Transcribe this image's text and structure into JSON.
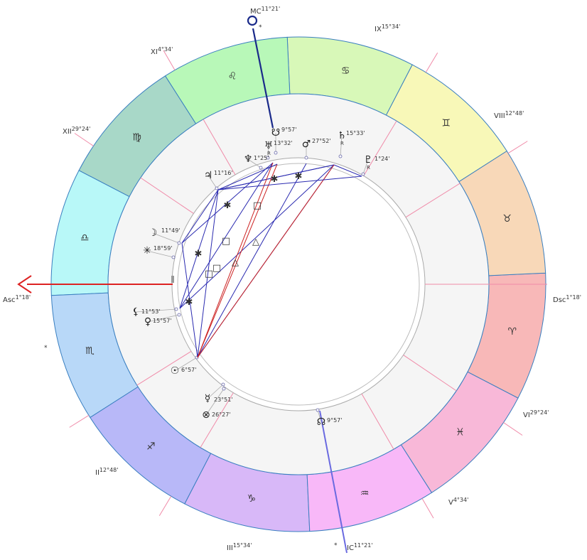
{
  "angles": {
    "mc": {
      "name": "MC",
      "degree": "11°21'",
      "marker": "*"
    },
    "ic": {
      "name": "IC",
      "degree": "11°21'",
      "marker": "*"
    },
    "asc": {
      "name": "Asc",
      "degree": "1°18'"
    },
    "dsc": {
      "name": "Dsc",
      "degree": "1°18'"
    }
  },
  "houses": [
    {
      "label": "IX",
      "degree": "15°34'"
    },
    {
      "label": "VIII",
      "degree": "12°48'"
    },
    {
      "label": "VI",
      "degree": "29°24'"
    },
    {
      "label": "V",
      "degree": "4°34'"
    },
    {
      "label": "III",
      "degree": "15°34'"
    },
    {
      "label": "II",
      "degree": "12°48'"
    },
    {
      "label": "XII",
      "degree": "29°24'"
    },
    {
      "label": "XI",
      "degree": "4°34'"
    }
  ],
  "signs": [
    {
      "name": "aries",
      "glyph": "♈",
      "color": "#f8b8b8"
    },
    {
      "name": "taurus",
      "glyph": "♉",
      "color": "#f8d8b8"
    },
    {
      "name": "gemini",
      "glyph": "♊",
      "color": "#f8f8b8"
    },
    {
      "name": "cancer",
      "glyph": "♋",
      "color": "#d8f8b8"
    },
    {
      "name": "leo",
      "glyph": "♌",
      "color": "#b8f8b8"
    },
    {
      "name": "virgo",
      "glyph": "♍",
      "color": "#a8d8c8"
    },
    {
      "name": "libra",
      "glyph": "♎",
      "color": "#b8f8f8"
    },
    {
      "name": "scorpio",
      "glyph": "♏",
      "color": "#b8d8f8"
    },
    {
      "name": "sagittarius",
      "glyph": "♐",
      "color": "#b8b8f8"
    },
    {
      "name": "capricorn",
      "glyph": "♑",
      "color": "#d8b8f8"
    },
    {
      "name": "aquarius",
      "glyph": "♒",
      "color": "#f8b8f8"
    },
    {
      "name": "pisces",
      "glyph": "♓",
      "color": "#f8b8d8"
    }
  ],
  "planets": [
    {
      "name": "south-node",
      "glyph": "☋",
      "degree": "9°57'",
      "retro": ""
    },
    {
      "name": "uranus",
      "glyph": "♅",
      "degree": "13°32'",
      "retro": "R"
    },
    {
      "name": "mars",
      "glyph": "♂",
      "degree": "27°52'",
      "retro": ""
    },
    {
      "name": "saturn",
      "glyph": "♄",
      "degree": "15°33'",
      "retro": "R"
    },
    {
      "name": "pluto",
      "glyph": "♇",
      "degree": "1°24'",
      "retro": "R"
    },
    {
      "name": "neptune",
      "glyph": "♆",
      "degree": "1°25'",
      "retro": ""
    },
    {
      "name": "jupiter",
      "glyph": "♃",
      "degree": "11°16'",
      "retro": ""
    },
    {
      "name": "moon",
      "glyph": "☽",
      "degree": "11°49'",
      "retro": ""
    },
    {
      "name": "vertex",
      "glyph": "✳",
      "degree": "18°59'",
      "retro": "",
      "color": "#e0409a"
    },
    {
      "name": "lilith",
      "glyph": "⚸",
      "degree": "11°53'",
      "retro": ""
    },
    {
      "name": "venus",
      "glyph": "♀",
      "degree": "15°57'",
      "retro": ""
    },
    {
      "name": "sun",
      "glyph": "☉",
      "degree": "6°57'",
      "retro": ""
    },
    {
      "name": "mercury",
      "glyph": "☿",
      "degree": "23°51'",
      "retro": ""
    },
    {
      "name": "part-of-fortune",
      "glyph": "⊗",
      "degree": "26°27'",
      "retro": "",
      "color": "#e0409a"
    },
    {
      "name": "north-node",
      "glyph": "☊",
      "degree": "9°57'",
      "retro": ""
    }
  ],
  "aspect_symbols": {
    "sextile": "✱",
    "square": "□",
    "trine": "△"
  },
  "left_marker": "*",
  "colors": {
    "ring_stroke": "#3a7fc0",
    "house_line": "#f08aa8",
    "asc_line": "#dd2222",
    "mc_line": "#1a2a8a",
    "ic_line": "#6a6ae0",
    "aspect_blue": "#2a2ab0",
    "aspect_red": "#cc2222",
    "inner_gray": "#f5f5f5"
  }
}
